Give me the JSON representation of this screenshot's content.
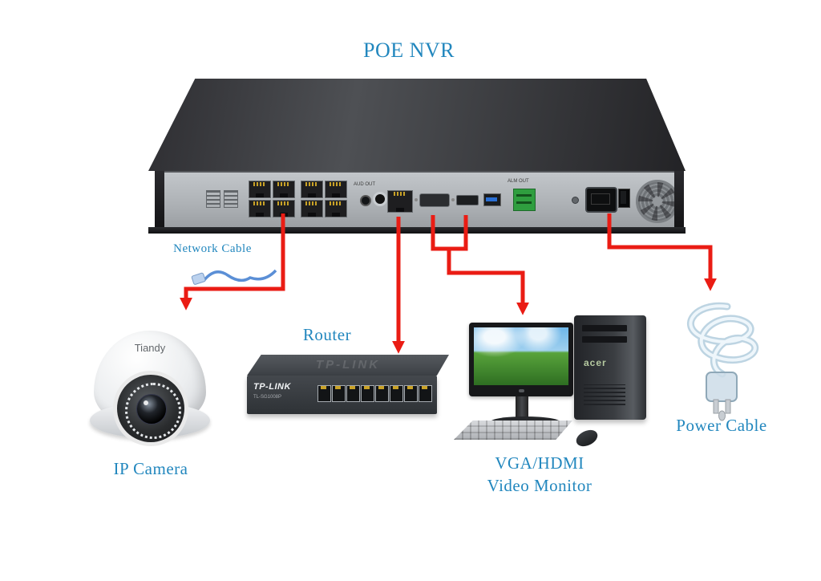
{
  "title": "POE NVR",
  "colors": {
    "label_text": "#2287be",
    "cable": "#ea1c14",
    "nvr_panel": "#b0b4b8"
  },
  "nvr": {
    "audio_out_label": "AUD OUT",
    "alarm_out_label": "ALM OUT"
  },
  "network_cable_label": "Network Cable",
  "camera": {
    "brand": "Tiandy",
    "label": "IP Camera"
  },
  "router": {
    "label": "Router",
    "brand": "TP-LINK",
    "model": "TL-SG1008P"
  },
  "monitor": {
    "label_line1": "VGA/HDMI",
    "label_line2": "Video Monitor"
  },
  "pc": {
    "brand": "acer"
  },
  "power_cable_label": "Power Cable"
}
